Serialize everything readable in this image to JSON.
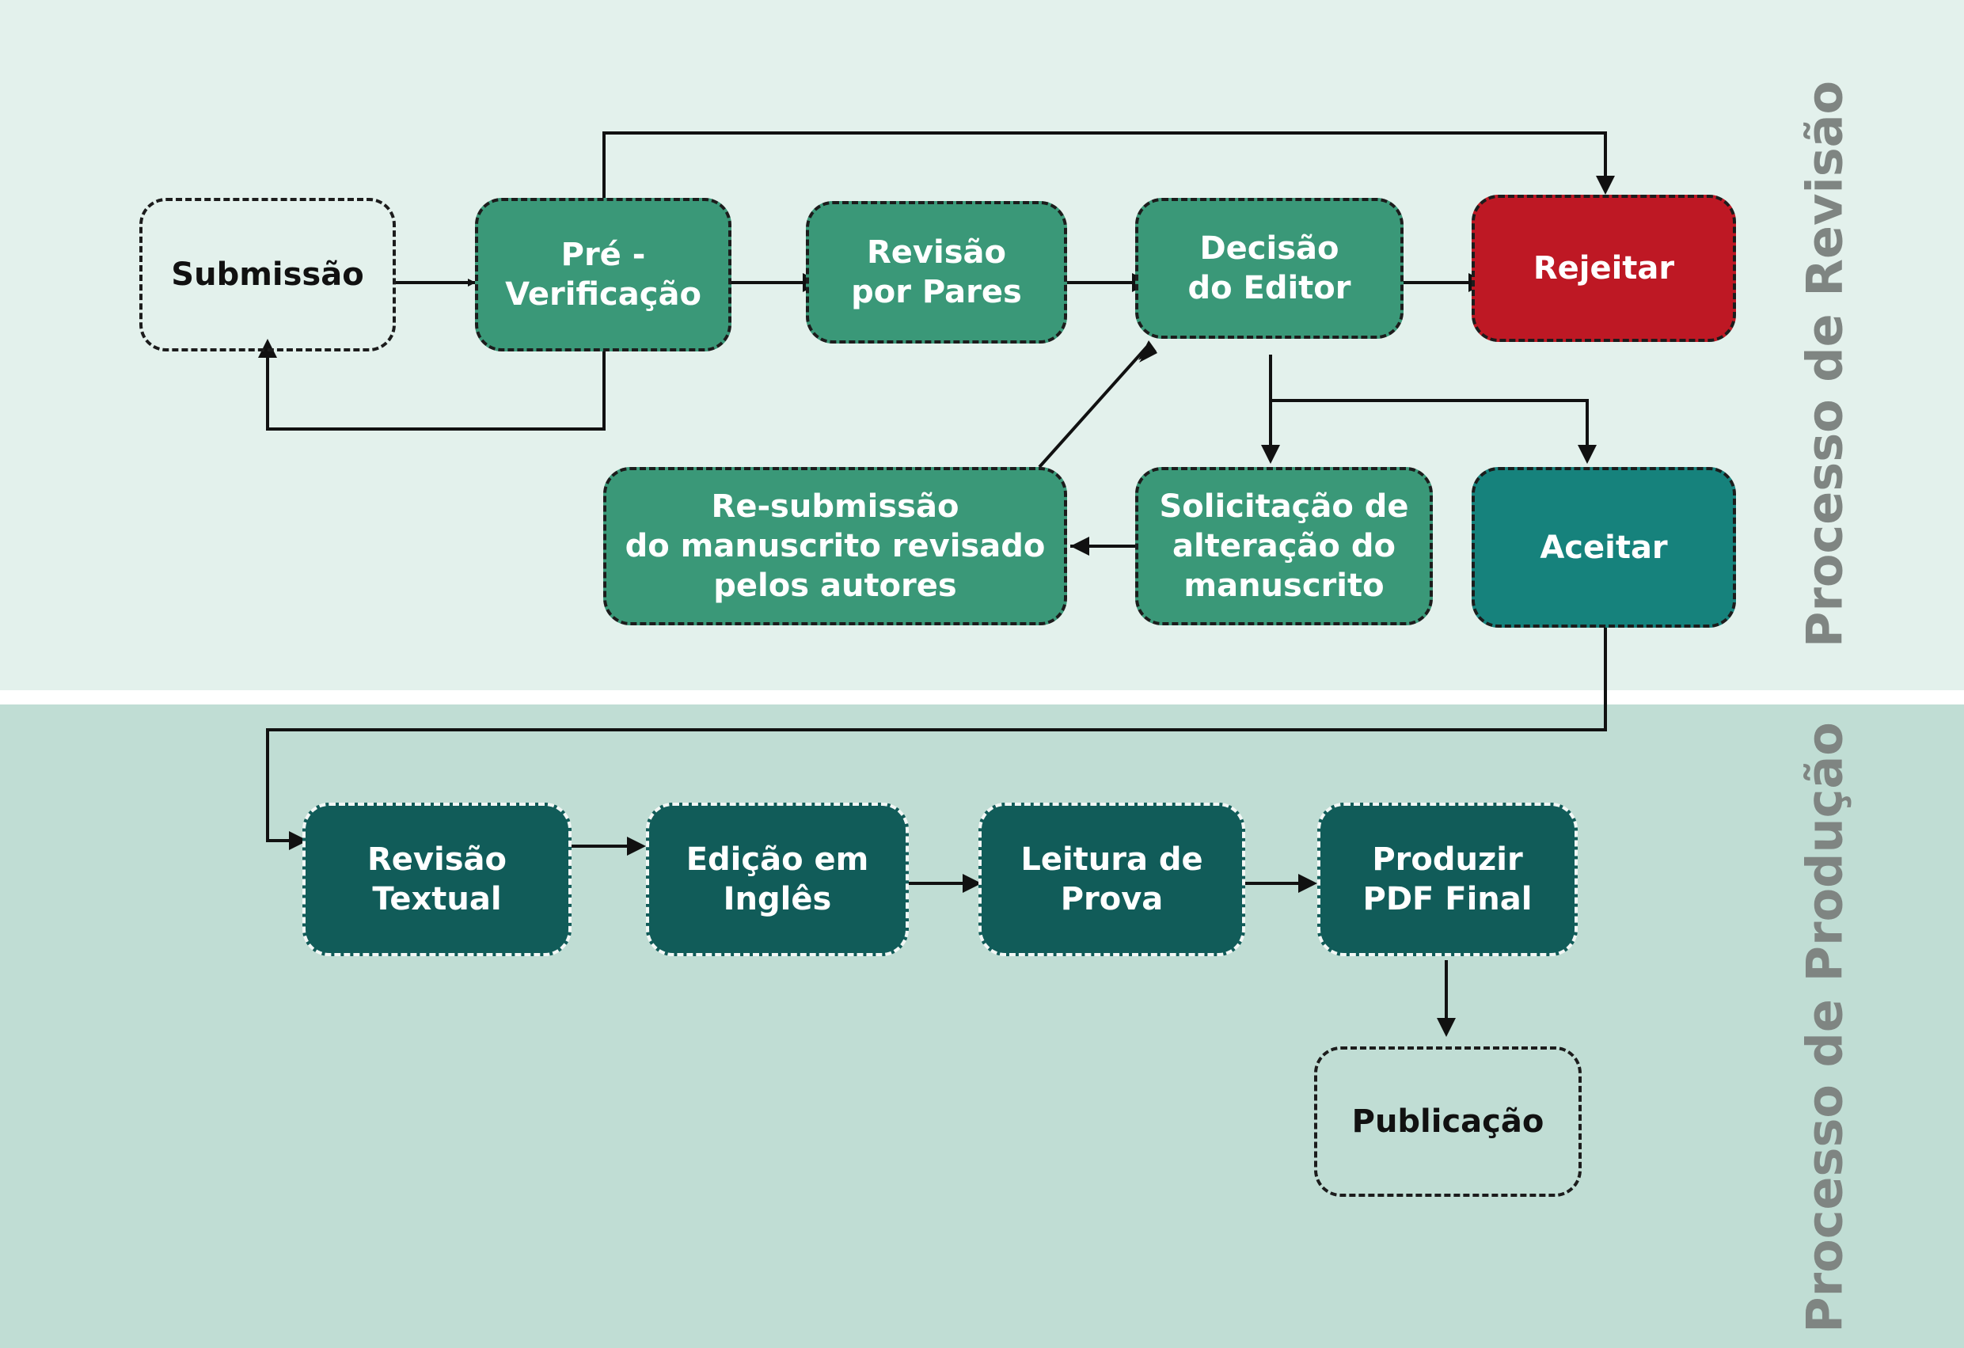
{
  "lanes": {
    "review": "Processo de Revisão",
    "production": "Processo de Produção"
  },
  "nodes": {
    "submissao": "Submissão",
    "pre_verificacao": "Pré -\nVerificação",
    "revisao_pares": "Revisão\npor Pares",
    "decisao_editor": "Decisão\ndo Editor",
    "rejeitar": "Rejeitar",
    "resubmissao": "Re-submissão\ndo manuscrito revisado\npelos autores",
    "solicitacao": "Solicitação de\nalteração do\nmanuscrito",
    "aceitar": "Aceitar",
    "revisao_textual": "Revisão\nTextual",
    "edicao_ingles": "Edição em\nInglês",
    "leitura_prova": "Leitura de\nProva",
    "produzir_pdf": "Produzir\nPDF Final",
    "publicacao": "Publicação"
  },
  "colors": {
    "review_band": "#e3f1ec",
    "production_band": "#c0ddd4",
    "review_node": "#3a9878",
    "reject_node": "#be1824",
    "accept_node": "#16827c",
    "production_node": "#115c59"
  }
}
